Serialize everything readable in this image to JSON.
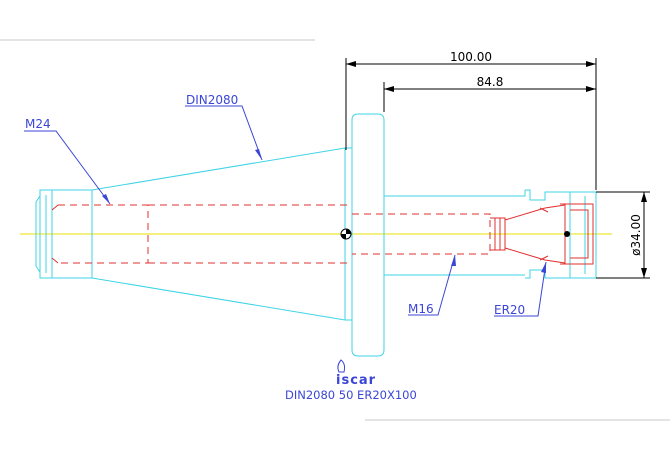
{
  "dimensions": {
    "overall_length": "100.00",
    "gauge_length": "84.8",
    "diameter": "ø34.00"
  },
  "callouts": {
    "taper": "DIN2080",
    "pull_stud_thread": "M24",
    "clamp_thread": "M16",
    "collet": "ER20"
  },
  "logo": {
    "text": "iscar"
  },
  "title": "DIN2080 50 ER20X100",
  "colors": {
    "body": "#3fd4e6",
    "hidden_lines": "#e03030",
    "dimensions": "#000000",
    "callouts": "#3b46d6",
    "centerline": "#e8e000"
  }
}
